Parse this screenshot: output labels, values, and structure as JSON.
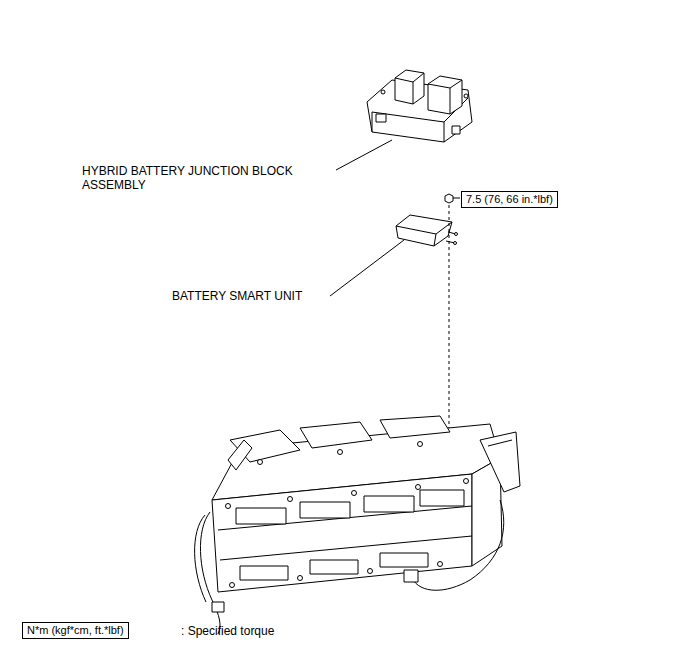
{
  "diagram": {
    "nodes": [
      {
        "text": [
          "7.5 (76, 66 in.*lbf)"
        ]
      },
      {
        "text": [
          "N*m (kgf*cm, ft.*lbf)"
        ]
      }
    ],
    "labels": [
      "HYBRID BATTERY JUNCTION BLOCK ASSEMBLY",
      "BATTERY SMART UNIT",
      ": Specified torque"
    ]
  }
}
